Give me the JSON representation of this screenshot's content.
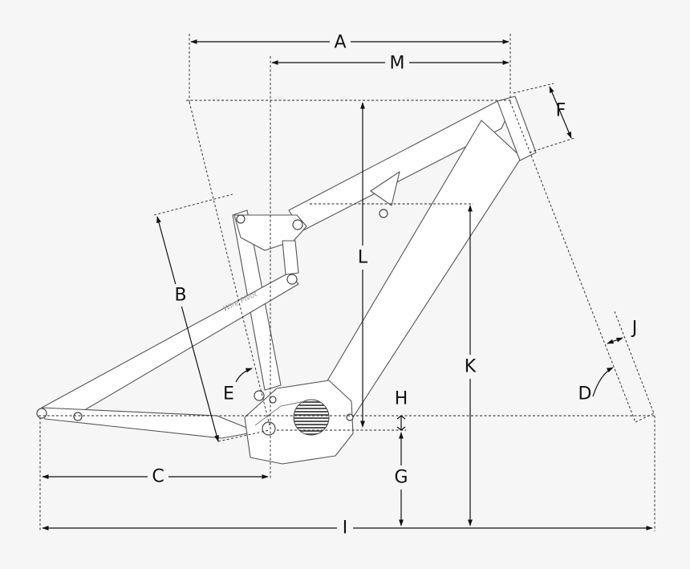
{
  "diagram": {
    "decal_text": "Wire Pivot",
    "labels": {
      "A": "A",
      "B": "B",
      "C": "C",
      "D": "D",
      "E": "E",
      "F": "F",
      "G": "G",
      "H": "H",
      "I": "I",
      "J": "J",
      "K": "K",
      "L": "L",
      "M": "M"
    },
    "colors": {
      "background": "#f6f6f6",
      "frame_fill": "#ffffff",
      "line": "#111111"
    }
  }
}
